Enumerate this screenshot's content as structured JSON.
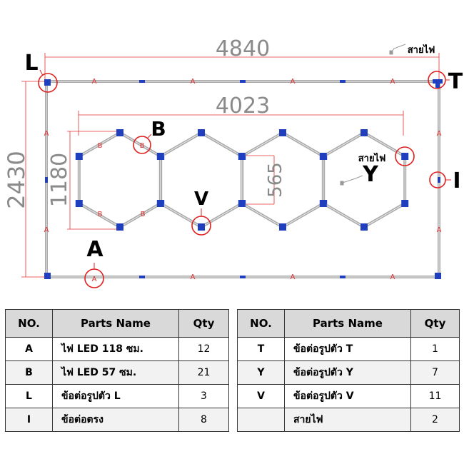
{
  "dimensions": {
    "width": "4840",
    "inner_width": "4023",
    "height": "2430",
    "inner_height": "1180",
    "spacing": "565"
  },
  "callouts": {
    "L": "L",
    "T": "T",
    "I": "I",
    "B": "B",
    "V": "V",
    "Y": "Y",
    "A": "A"
  },
  "small_tags": {
    "A": "A",
    "B": "B"
  },
  "wire_labels": {
    "top": "สายไฟ",
    "y": "สายไฟ"
  },
  "colors": {
    "frame": "#a9a9a9",
    "connector": "#1f3fbf",
    "dimension": "#e03030",
    "circle": "#e02020"
  },
  "tables": {
    "headers": {
      "no": "NO.",
      "name": "Parts Name",
      "qty": "Qty"
    },
    "left": [
      {
        "no": "A",
        "name": "ไฟ LED 118 ซม.",
        "qty": "12"
      },
      {
        "no": "B",
        "name": "ไฟ LED 57 ซม.",
        "qty": "21"
      },
      {
        "no": "L",
        "name": "ข้อต่อรูปตัว L",
        "qty": "3"
      },
      {
        "no": "I",
        "name": "ข้อต่อตรง",
        "qty": "8"
      }
    ],
    "right": [
      {
        "no": "T",
        "name": "ข้อต่อรูปตัว T",
        "qty": "1"
      },
      {
        "no": "Y",
        "name": "ข้อต่อรูปตัว Y",
        "qty": "7"
      },
      {
        "no": "V",
        "name": "ข้อต่อรูปตัว V",
        "qty": "11"
      },
      {
        "no": "",
        "name": "สายไฟ",
        "qty": "2"
      }
    ]
  }
}
